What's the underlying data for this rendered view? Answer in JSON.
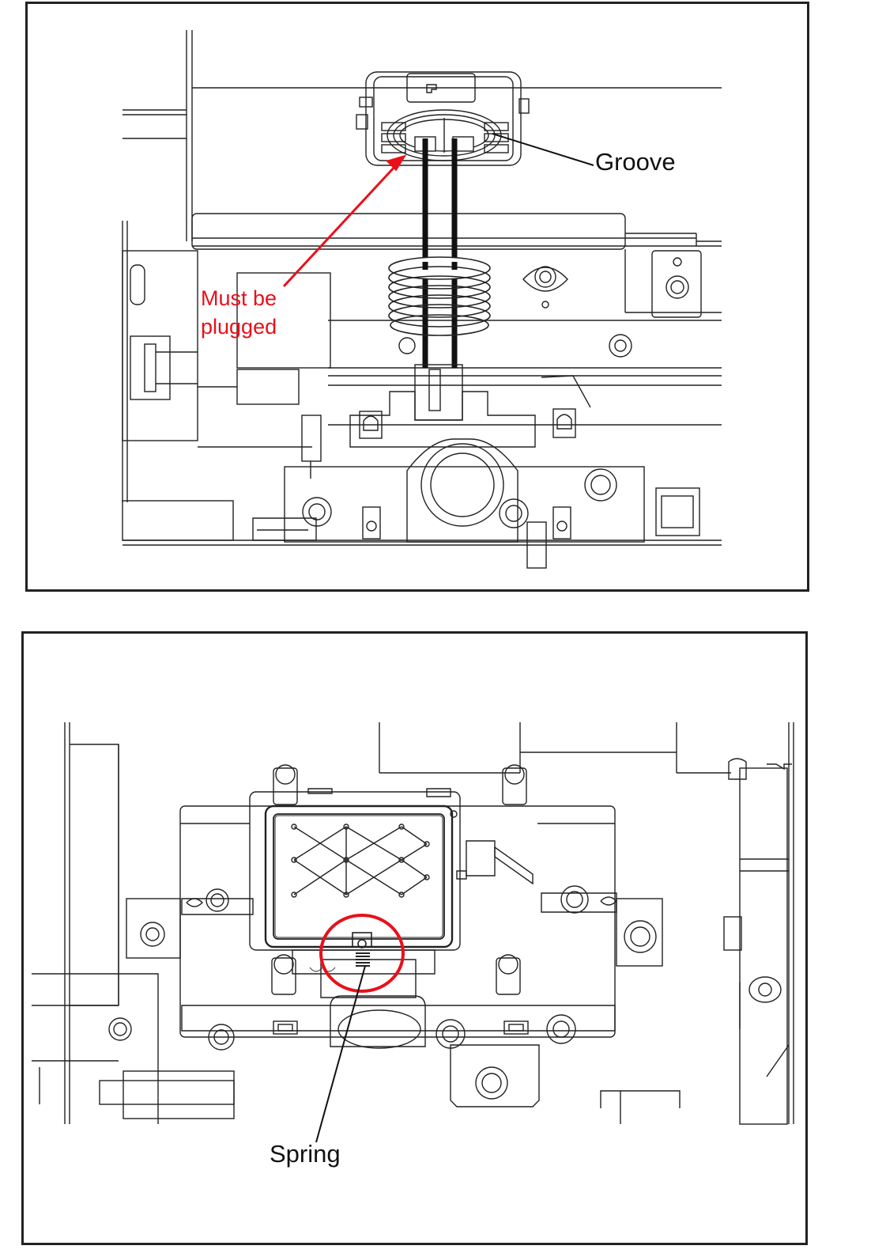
{
  "panels": {
    "top": {
      "callouts": {
        "groove": "Groove",
        "must_be_plugged_line1": "Must be",
        "must_be_plugged_line2": "plugged"
      }
    },
    "bottom": {
      "callouts": {
        "spring": "Spring"
      }
    }
  },
  "colors": {
    "line": "#222222",
    "annotation_red": "#e8101a",
    "label_black": "#111111"
  }
}
